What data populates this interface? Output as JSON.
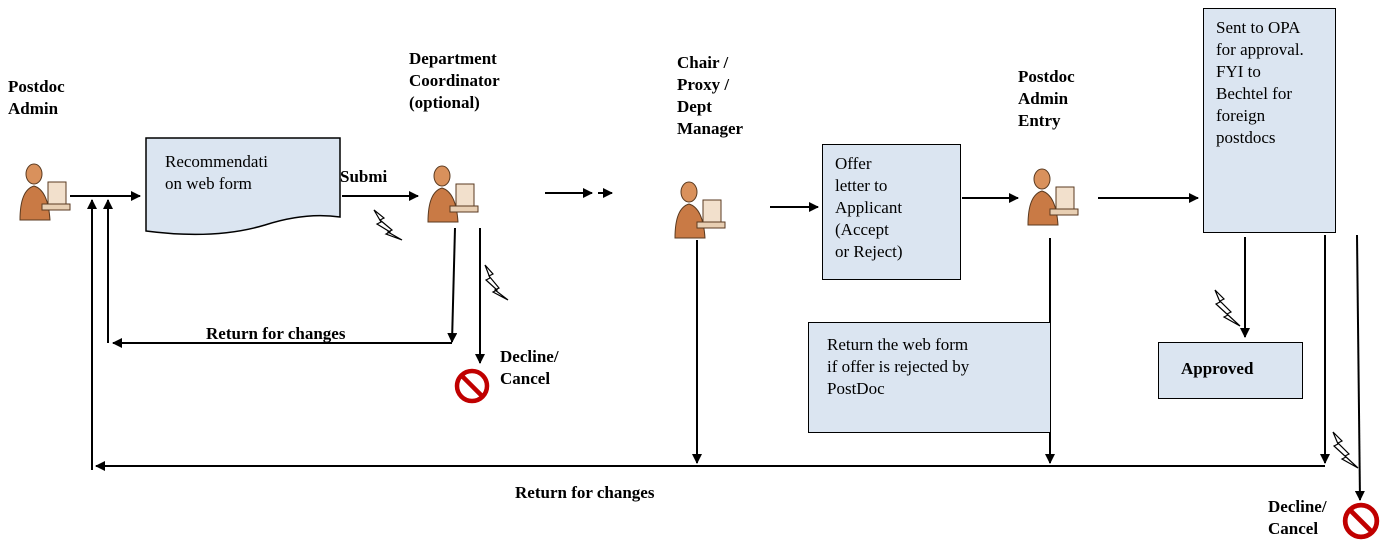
{
  "actors": {
    "postdoc_admin": "Postdoc\nAdmin",
    "department_coordinator": "Department\nCoordinator\n(optional)",
    "chair_proxy": "Chair /\nProxy /\nDept\nManager",
    "postdoc_admin_entry": "Postdoc\nAdmin\nEntry"
  },
  "boxes": {
    "recommendation": "Recommendati\non web form",
    "offer_letter": "Offer\nletter to\nApplicant\n(Accept\nor Reject)",
    "sent_to_opa": "Sent to OPA\nfor approval.\nFYI to\nBechtel for\nforeign\npostdocs",
    "return_web_form": "Return the web form\nif offer is rejected by\nPostDoc",
    "approved": "Approved"
  },
  "edge_labels": {
    "submit": "Submi",
    "return_changes_1": "Return for changes",
    "return_changes_2": "Return for changes",
    "decline_1": "Decline/\nCancel",
    "decline_2": "Decline/\nCancel"
  },
  "colors": {
    "box_fill": "#dbe5f1",
    "stroke": "#000000",
    "no_symbol": "#c00000",
    "person_skin": "#d9915c"
  }
}
